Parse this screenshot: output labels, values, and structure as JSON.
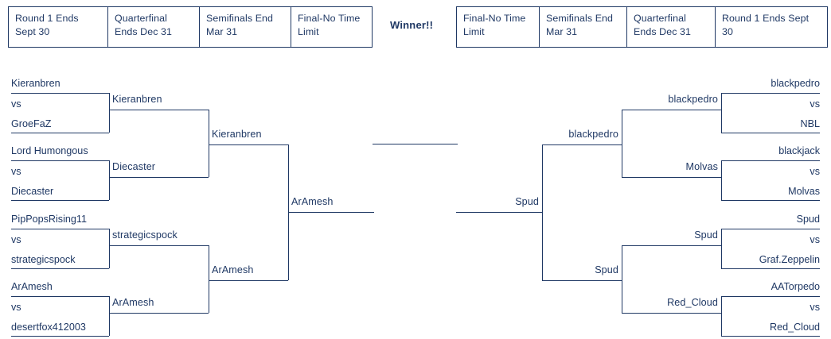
{
  "header": {
    "winner_label": "Winner!!",
    "left_columns": [
      "Round 1 Ends\nSept 30",
      "Quarterfinal\nEnds Dec 31",
      "Semifinals End\nMar 31",
      "Final-No Time\nLimit"
    ],
    "right_columns": [
      "Final-No Time\nLimit",
      "Semifinals End\nMar 31",
      "Quarterfinal\nEnds Dec 31",
      "Round 1 Ends Sept\n30"
    ]
  },
  "bracket": {
    "vs_label": "vs",
    "left": {
      "round1": [
        {
          "top": "Kieranbren",
          "vs": "vs",
          "bottom": "GroeFaZ"
        },
        {
          "top": "Lord Humongous",
          "vs": "vs",
          "bottom": "Diecaster"
        },
        {
          "top": "PipPopsRising11",
          "vs": "vs",
          "bottom": "strategicspock"
        },
        {
          "top": "ArAmesh",
          "vs": "vs",
          "bottom": "desertfox412003"
        }
      ],
      "quarterfinals": [
        "Kieranbren",
        "Diecaster",
        "strategicspock",
        "ArAmesh"
      ],
      "semifinals": [
        "Kieranbren",
        "ArAmesh"
      ],
      "final": "ArAmesh",
      "champion": ""
    },
    "right": {
      "round1": [
        {
          "top": "blackpedro",
          "vs": "vs",
          "bottom": "NBL"
        },
        {
          "top": "blackjack",
          "vs": "vs",
          "bottom": "Molvas"
        },
        {
          "top": "Spud",
          "vs": "vs",
          "bottom": "Graf.Zeppelin"
        },
        {
          "top": "AATorpedo",
          "vs": "vs",
          "bottom": "Red_Cloud"
        }
      ],
      "quarterfinals": [
        "blackpedro",
        "Molvas",
        "Spud",
        "Red_Cloud"
      ],
      "semifinals": [
        "blackpedro",
        "Spud"
      ],
      "final": "Spud"
    }
  },
  "colors": {
    "line": "#1F3864",
    "text": "#1F3864",
    "background": "#ffffff"
  }
}
